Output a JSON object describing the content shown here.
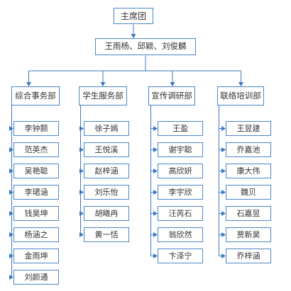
{
  "root": {
    "label": "主席团"
  },
  "leaders": {
    "label": "王雨杨、邱颖、刘俊麟"
  },
  "departments": [
    {
      "name": "综合事务部",
      "members": [
        "李钟颢",
        "范英杰",
        "吴艳聪",
        "李珺涵",
        "钱昊坤",
        "杨涵之",
        "金雨坤",
        "刘颜通"
      ]
    },
    {
      "name": "学生服务部",
      "members": [
        "徐子嫣",
        "王悦溪",
        "赵梓涵",
        "刘乐怡",
        "胡曦冉",
        "黄一恬"
      ]
    },
    {
      "name": "宣传调研部",
      "members": [
        "王盈",
        "谢宇聪",
        "高欣妍",
        "李宇欣",
        "汪芮石",
        "翁欣然",
        "卞泽宁"
      ]
    },
    {
      "name": "联络培训部",
      "members": [
        "王昱建",
        "乔嘉池",
        "康大伟",
        "魏贝",
        "石嘉昱",
        "贾新昊",
        "乔梓涵"
      ]
    }
  ],
  "colors": {
    "line": "#3a78c2",
    "border": "#4a86c8",
    "text": "#333333"
  }
}
